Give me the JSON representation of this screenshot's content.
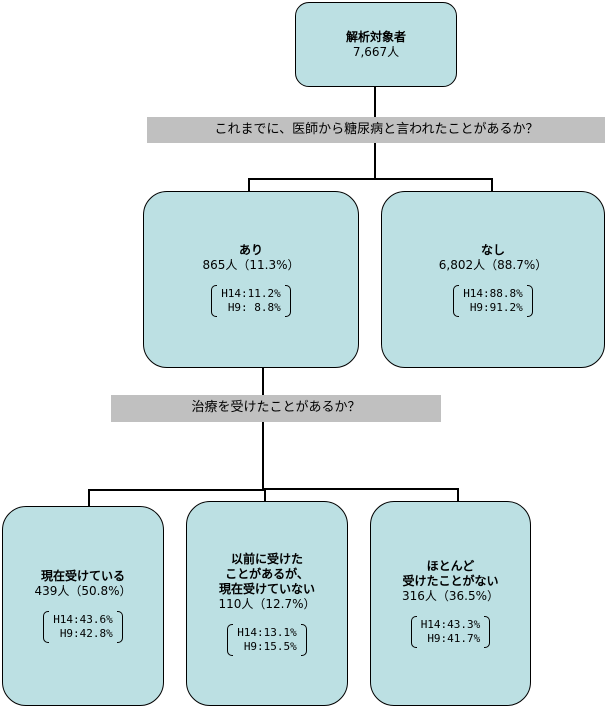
{
  "root": {
    "title": "解析対象者",
    "count": "7,667人"
  },
  "question1": "これまでに、医師から糖尿病と言われたことがあるか？",
  "level1": [
    {
      "title": "あり",
      "count": "865人（11.3%）",
      "h14": "H14:11.2%",
      "h9": "H9: 8.8%"
    },
    {
      "title": "なし",
      "count": "6,802人（88.7%）",
      "h14": "H14:88.8%",
      "h9": "H9:91.2%"
    }
  ],
  "question2": "治療を受けたことがあるか？",
  "level2": [
    {
      "title_lines": [
        "現在受けている"
      ],
      "count": "439人（50.8%）",
      "h14": "H14:43.6%",
      "h9": "H9:42.8%"
    },
    {
      "title_lines": [
        "以前に受けた",
        "ことがあるが、",
        "現在受けていない"
      ],
      "count": "110人（12.7%）",
      "h14": "H14:13.1%",
      "h9": "H9:15.5%"
    },
    {
      "title_lines": [
        "ほとんど",
        "受けたことがない"
      ],
      "count": "316人（36.5%）",
      "h14": "H14:43.3%",
      "h9": "H9:41.7%"
    }
  ],
  "colors": {
    "node_fill": "#bce0e3",
    "banner_fill": "#c0c0c0",
    "line": "#000000"
  }
}
